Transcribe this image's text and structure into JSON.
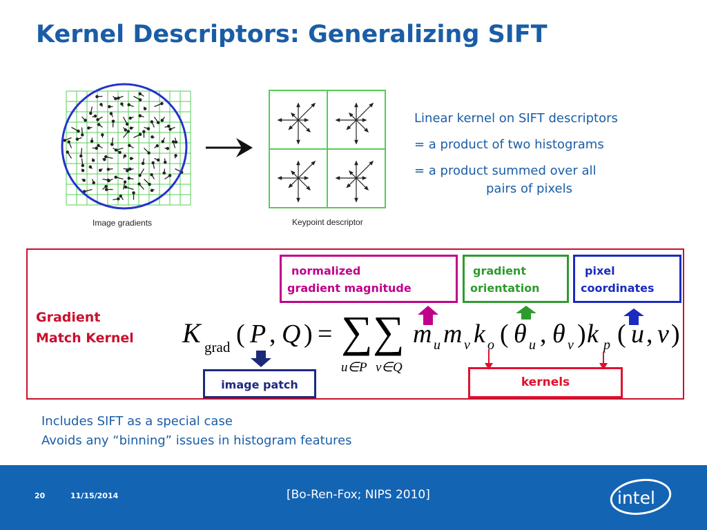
{
  "slide": {
    "title": "Kernel Descriptors: Generalizing SIFT",
    "figure": {
      "left_caption": "Image gradients",
      "right_caption": "Keypoint descriptor"
    },
    "bullets": {
      "line1": "Linear kernel on SIFT descriptors",
      "line2": "= a product of two histograms",
      "line3a": "= a product summed over all",
      "line3b": "pairs of pixels"
    },
    "kernel_box": {
      "label_line1": "Gradient",
      "label_line2": "Match Kernel",
      "normalized_line1": "normalized",
      "normalized_line2": "gradient magnitude",
      "orientation_line1": "gradient",
      "orientation_line2": "orientation",
      "pixel_line1": "pixel",
      "pixel_line2": "coordinates",
      "image_patch": "image patch",
      "kernels": "kernels"
    },
    "notes": {
      "line1": "Includes SIFT as a special case",
      "line2": "Avoids any “binning” issues in histogram features"
    }
  },
  "footer": {
    "page_number": "20",
    "date": "11/15/2014",
    "citation": "[Bo-Ren-Fox; NIPS 2010]",
    "logo_text": "intel"
  },
  "colors": {
    "title_blue": "#1a5da6",
    "footer_blue": "#1464b4",
    "kernel_red": "#c8102e",
    "magenta": "#c0008a",
    "green": "#2e9b2e",
    "pixel_blue": "#1a2bbf",
    "navy": "#1c2a7a"
  },
  "icons": [
    "right-arrow-icon",
    "up-arrow-icon",
    "down-arrow-icon",
    "intel-logo-icon"
  ]
}
